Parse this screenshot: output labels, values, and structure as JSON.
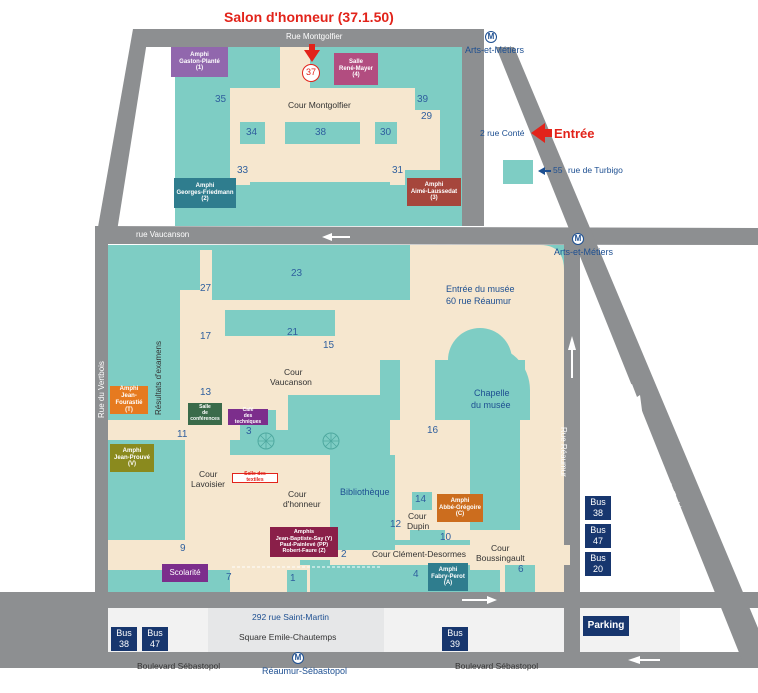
{
  "title": "Salon d'honneur (37.1.50)",
  "colors": {
    "road": "#8d8f91",
    "teal": "#7ecdc4",
    "yard": "#f6e7cf",
    "accent_red": "#e2231a",
    "blue_text": "#1d4f91",
    "bus_bg": "#17366e"
  },
  "streets": {
    "montgolfier": "Rue Montgolfier",
    "verbois_top": "Rue du Vertbois",
    "verbois_left": "Rue du Vertbois",
    "vaucanson": "rue Vaucanson",
    "reaumur": "Rue Réaumur",
    "turbigo": "Rue de Turbigo",
    "saint_martin": "292  rue Saint-Martin",
    "sebastopol_left": "Boulevard Sébastopol",
    "sebastopol_right": "Boulevard Sébastopol"
  },
  "metro": {
    "symbol": "M",
    "arts1": "Arts-et-Métiers",
    "arts2": "Arts-et-Métiers",
    "reaumur": "Réaumur-Sébastopol"
  },
  "entrance": {
    "address": "2 rue Conté",
    "label": "Entrée",
    "turbigo_num": "55",
    "turbigo_street": "rue de Turbigo"
  },
  "courtyards": {
    "montgolfier": "Cour Montgolfier",
    "vaucanson": [
      "Cour",
      "Vaucanson"
    ],
    "lavoisier": [
      "Cour",
      "Lavoisier"
    ],
    "honneur": [
      "Cour",
      "d'honneur"
    ],
    "dupin": [
      "Cour",
      "Dupin"
    ],
    "boussingault": [
      "Cour",
      "Boussingault"
    ],
    "clement": "Cour Clément-Desormes"
  },
  "places": {
    "musee": [
      "Entrée du musée",
      "60 rue Réaumur"
    ],
    "chapelle": [
      "Chapelle",
      "du musée"
    ],
    "bibliotheque": "Bibliothèque",
    "resultats": "Résultats d'examens",
    "square": "Square Emile-Chautemps"
  },
  "amphis": {
    "gaston": [
      "Amphi",
      "Gaston-Planté",
      "(1)"
    ],
    "rene": [
      "Salle",
      "René-Mayer",
      "(4)"
    ],
    "georges": [
      "Amphi",
      "Georges-Friedmann",
      "(2)"
    ],
    "aime": [
      "Amphi",
      "Aimé-Laussedat",
      "(3)"
    ],
    "fourastie": [
      "Amphi",
      "Jean-Fourastié",
      "(T)"
    ],
    "prouve": [
      "Amphi",
      "Jean-Prouvé",
      "(V)"
    ],
    "abbe": [
      "Amphi",
      "Abbé-Grégoire",
      "(C)"
    ],
    "jbs": [
      "Amphis",
      "Jean-Baptiste-Say (Y)",
      "Paul-Painlevé (PP)",
      "Robert-Faure  (Z)"
    ],
    "fabry": [
      "Amphi",
      "Fabry-Perot",
      "(A)"
    ],
    "salle_conf": [
      "Salle",
      "de",
      "conférences"
    ],
    "cafe": [
      "Café",
      "des techniques"
    ],
    "textiles": "Salle des textiles",
    "scolarite": "Scolarité"
  },
  "salon_marker": "37",
  "numbers": {
    "n35": "35",
    "n39": "39",
    "n29": "29",
    "n34": "34",
    "n38": "38",
    "n30": "30",
    "n33": "33",
    "n31": "31",
    "n23": "23",
    "n27": "27",
    "n21": "21",
    "n17": "17",
    "n15": "15",
    "n13": "13",
    "n3": "3",
    "n11": "11",
    "n16": "16",
    "n14": "14",
    "n12": "12",
    "n10": "10",
    "n9": "9",
    "n2": "2",
    "n7": "7",
    "n1": "1",
    "n4": "4",
    "n6": "6"
  },
  "buses": {
    "b1": [
      "Bus",
      "38"
    ],
    "b2": [
      "Bus",
      "47"
    ],
    "b3": [
      "Bus",
      "20"
    ],
    "b4": [
      "Bus",
      "38"
    ],
    "b5": [
      "Bus",
      "47"
    ],
    "b6": [
      "Bus",
      "39"
    ]
  },
  "parking": "Parking"
}
